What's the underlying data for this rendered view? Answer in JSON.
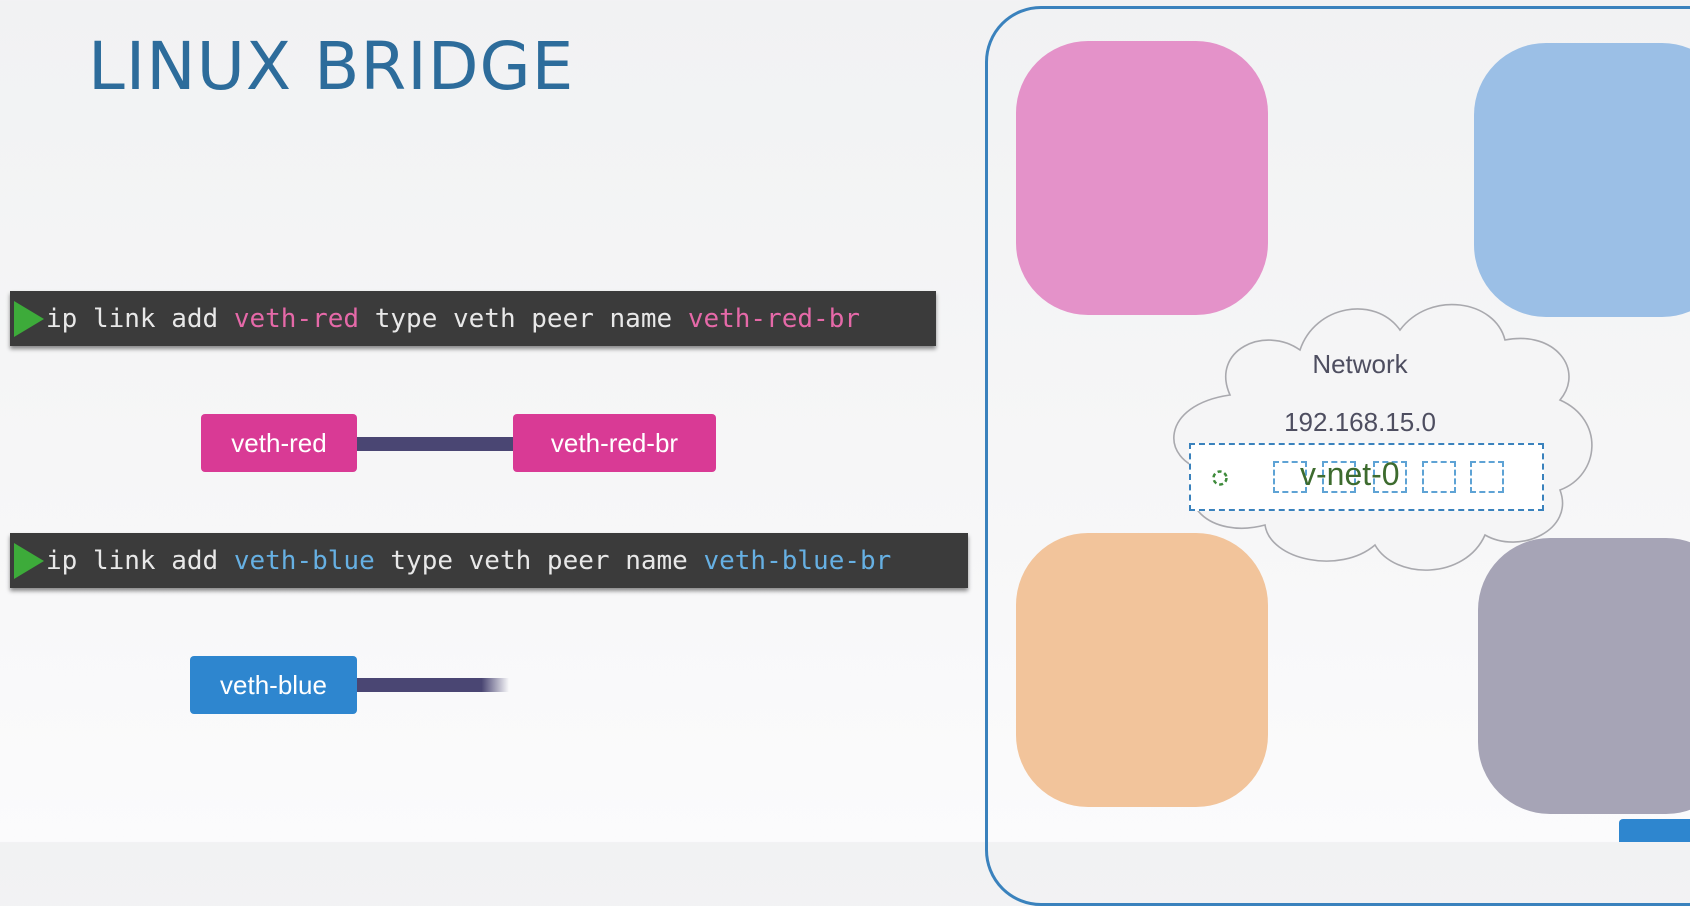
{
  "title": "LINUX BRIDGE",
  "commands": [
    {
      "prefix": "ip link add ",
      "name": "veth-red",
      "middle": " type veth peer name ",
      "peer": "veth-red-br"
    },
    {
      "prefix": "ip link add ",
      "name": "veth-blue",
      "middle": " type veth peer name ",
      "peer": "veth-blue-br"
    }
  ],
  "interfaces": {
    "red_left": "veth-red",
    "red_right": "veth-red-br",
    "blue_left": "veth-blue"
  },
  "network": {
    "label": "Network",
    "address": "192.168.15.0",
    "bridge_name": "v-net-0"
  },
  "colors": {
    "title": "#2d6c9b",
    "red_accent": "#d93a95",
    "blue_accent": "#2e86cf",
    "ns_pink": "#e492c9",
    "ns_blue": "#9bbfe6",
    "ns_orange": "#f2c49b",
    "ns_gray": "#a6a4b6",
    "wire": "#4a4673",
    "play": "#3dab3a"
  },
  "icons": [
    "play-icon",
    "cloud-icon",
    "ring-icon"
  ]
}
